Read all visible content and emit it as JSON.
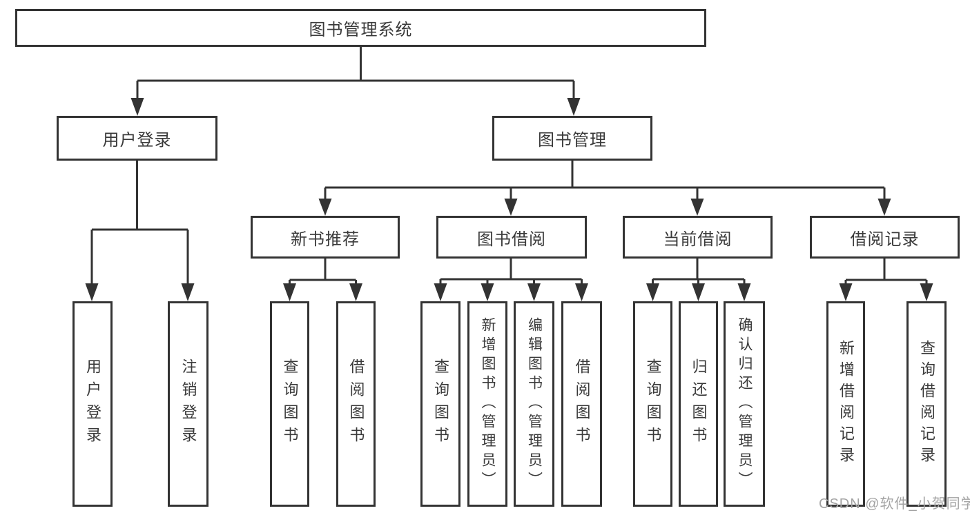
{
  "colors": {
    "line": "#333333",
    "box_border": "#333333",
    "text": "#3a3a3a",
    "watermark": "#a3a3a3",
    "background": "#ffffff"
  },
  "watermark": {
    "text": "CSDN @软件_小贺同学"
  },
  "tree": {
    "root": {
      "label": "图书管理系统"
    },
    "branches": [
      {
        "label": "用户登录",
        "children": [
          {
            "label": "用户登录"
          },
          {
            "label": "注销登录"
          }
        ]
      },
      {
        "label": "图书管理",
        "children": [
          {
            "label": "新书推荐",
            "children": [
              {
                "label": "查询图书"
              },
              {
                "label": "借阅图书"
              }
            ]
          },
          {
            "label": "图书借阅",
            "children": [
              {
                "label": "查询图书"
              },
              {
                "label": "新增图书（管理员）"
              },
              {
                "label": "编辑图书（管理员）"
              },
              {
                "label": "借阅图书"
              }
            ]
          },
          {
            "label": "当前借阅",
            "children": [
              {
                "label": "查询图书"
              },
              {
                "label": "归还图书"
              },
              {
                "label": "确认归还（管理员）"
              }
            ]
          },
          {
            "label": "借阅记录",
            "children": [
              {
                "label": "新增借阅记录"
              },
              {
                "label": "查询借阅记录"
              }
            ]
          }
        ]
      }
    ]
  }
}
